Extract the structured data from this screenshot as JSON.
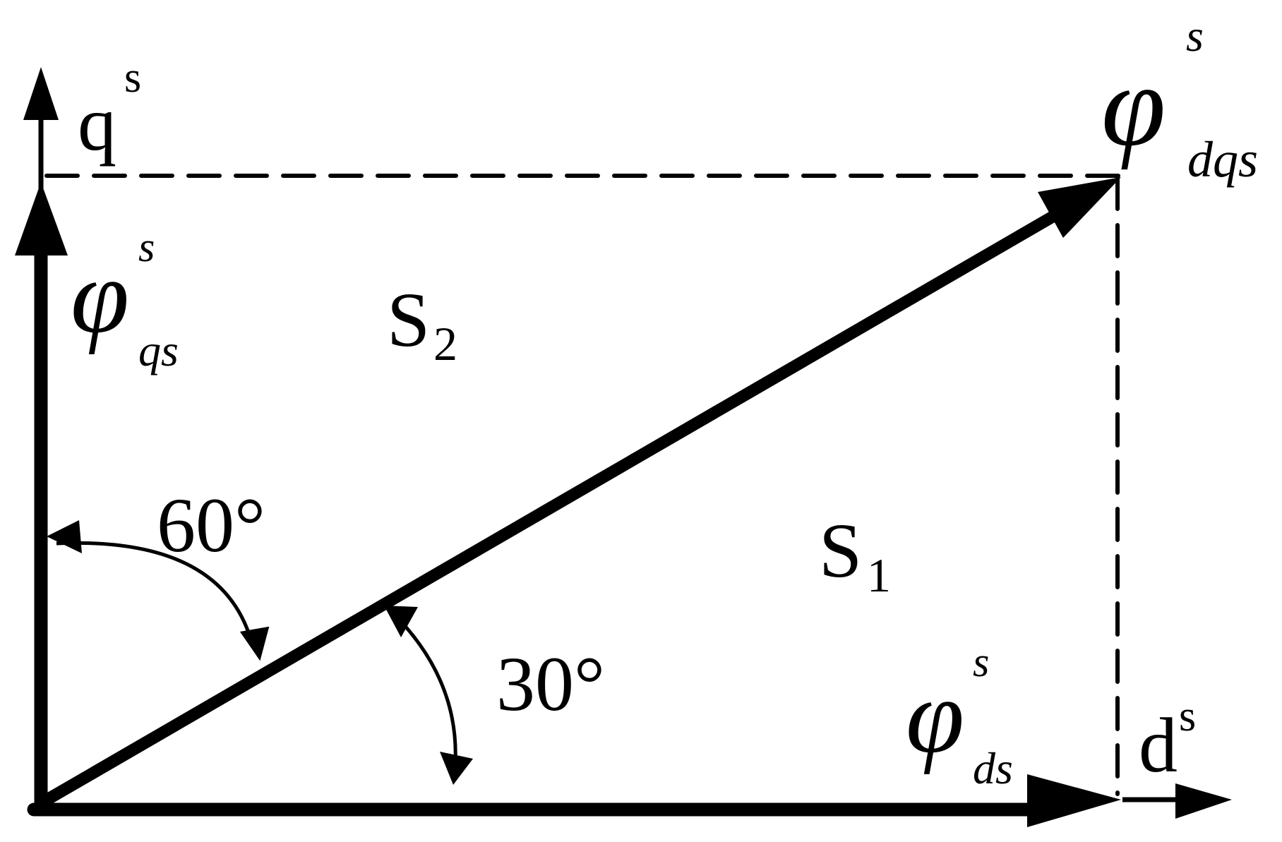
{
  "diagram": {
    "type": "vector-phasor-diagram",
    "colors": {
      "stroke": "#000000",
      "background": "#ffffff"
    },
    "axes": {
      "q_axis": {
        "label": "q",
        "superscript": "s"
      },
      "d_axis": {
        "label": "d",
        "superscript": "s"
      }
    },
    "vectors": {
      "phi_qs": {
        "symbol": "φ",
        "superscript": "s",
        "subscript": "qs"
      },
      "phi_ds": {
        "symbol": "φ",
        "superscript": "s",
        "subscript": "ds"
      },
      "phi_dqs": {
        "symbol": "φ",
        "superscript": "s",
        "subscript": "dqs"
      }
    },
    "regions": {
      "s1": {
        "label": "S",
        "subscript": "1"
      },
      "s2": {
        "label": "S",
        "subscript": "2"
      }
    },
    "angles": {
      "angle_60": {
        "label": "60°"
      },
      "angle_30": {
        "label": "30°"
      }
    }
  }
}
